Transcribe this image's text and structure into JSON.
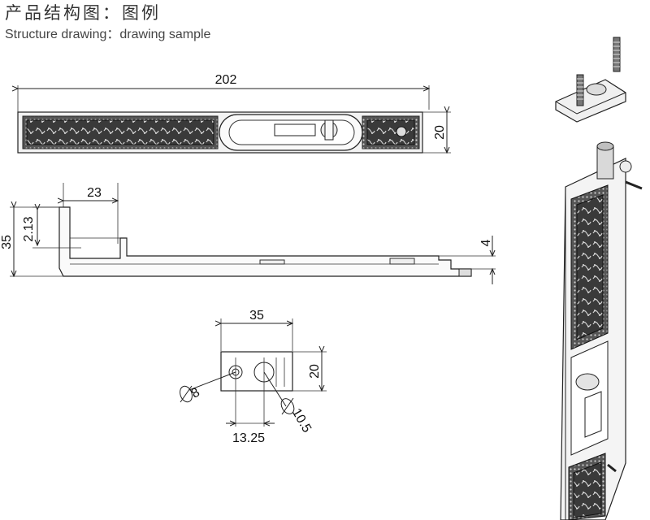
{
  "title": {
    "cn": "产品结构图：图例",
    "en": "Structure drawing：drawing sample"
  },
  "dimensions": {
    "top_length": "202",
    "top_height": "20",
    "side_flange": "23",
    "side_height": "35",
    "side_offset": "2.13",
    "side_thickness": "4",
    "plate_width": "35",
    "plate_height": "20",
    "hole_small": "8",
    "hole_large": "10.5",
    "hole_spacing": "13.25"
  },
  "colors": {
    "line": "#222222",
    "pattern_dark": "#3a3a3a",
    "pattern_light": "#bdbdbd",
    "metal": "#e6e6e6"
  },
  "icons": [
    "bolt-icon",
    "diameter-icon"
  ]
}
